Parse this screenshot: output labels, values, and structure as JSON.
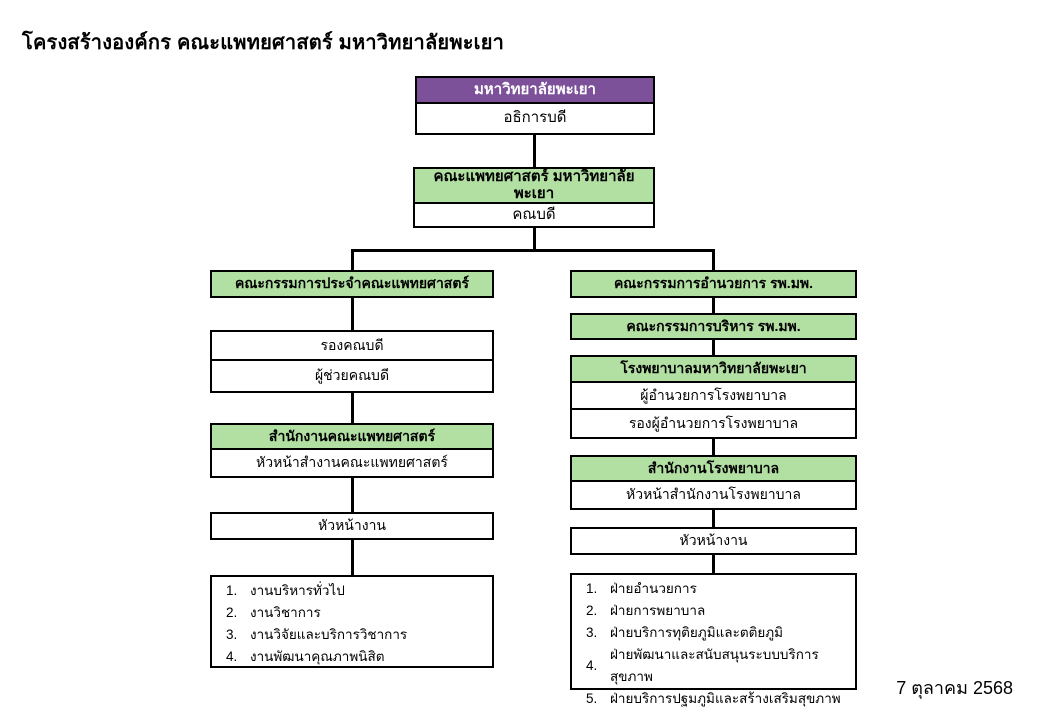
{
  "title": "โครงสร้างองค์กร คณะแพทยศาสตร์ มหาวิทยาลัยพะเยา",
  "date": "7 ตุลาคม 2568",
  "colors": {
    "purple": "#7C5199",
    "green": "#B2DFA2",
    "border": "#000000"
  },
  "nodes": {
    "university": {
      "header": "มหาวิทยาลัยพะเยา",
      "position": "อธิการบดี"
    },
    "faculty": {
      "header": "คณะแพทยศาสตร์ มหาวิทยาลัยพะเยา",
      "position": "คณบดี"
    },
    "left": {
      "committee": "คณะกรรมการประจำคณะแพทยศาสตร์",
      "vice_dean": "รองคณบดี",
      "assistant_dean": "ผู้ช่วยคณบดี",
      "office_header": "สำนักงานคณะแพทยศาสตร์",
      "office_head": "หัวหน้าสำงานคณะแพทยศาสตร์",
      "unit_head": "หัวหน้างาน",
      "units": [
        {
          "n": "1.",
          "label": "งานบริหารทั่วไป"
        },
        {
          "n": "2.",
          "label": "งานวิชาการ"
        },
        {
          "n": "3.",
          "label": "งานวิจัยและบริการวิชาการ"
        },
        {
          "n": "4.",
          "label": "งานพัฒนาคุณภาพนิสิต"
        }
      ]
    },
    "right": {
      "steering_committee": "คณะกรรมการอำนวยการ รพ.มพ.",
      "executive_committee": "คณะกรรมการบริหาร รพ.มพ.",
      "hospital_header": "โรงพยาบาลมหาวิทยาลัยพะเยา",
      "hospital_director": "ผู้อำนวยการโรงพยาบาล",
      "hospital_deputy_director": "รองผู้อำนวยการโรงพยาบาล",
      "hospital_office_header": "สำนักงานโรงพยาบาล",
      "hospital_office_head": "หัวหน้าสำนักงานโรงพยาบาล",
      "unit_head": "หัวหน้างาน",
      "units": [
        {
          "n": "1.",
          "label": "ฝ่ายอำนวยการ"
        },
        {
          "n": "2.",
          "label": "ฝ่ายการพยาบาล"
        },
        {
          "n": "3.",
          "label": "ฝ่ายบริการทุติยภูมิและตติยภูมิ"
        },
        {
          "n": "4.",
          "label": "ฝ่ายพัฒนาและสนับสนุนระบบบริการสุขภาพ"
        },
        {
          "n": "5.",
          "label": "ฝ่ายบริการปฐมภูมิและสร้างเสริมสุขภาพ"
        }
      ]
    }
  }
}
